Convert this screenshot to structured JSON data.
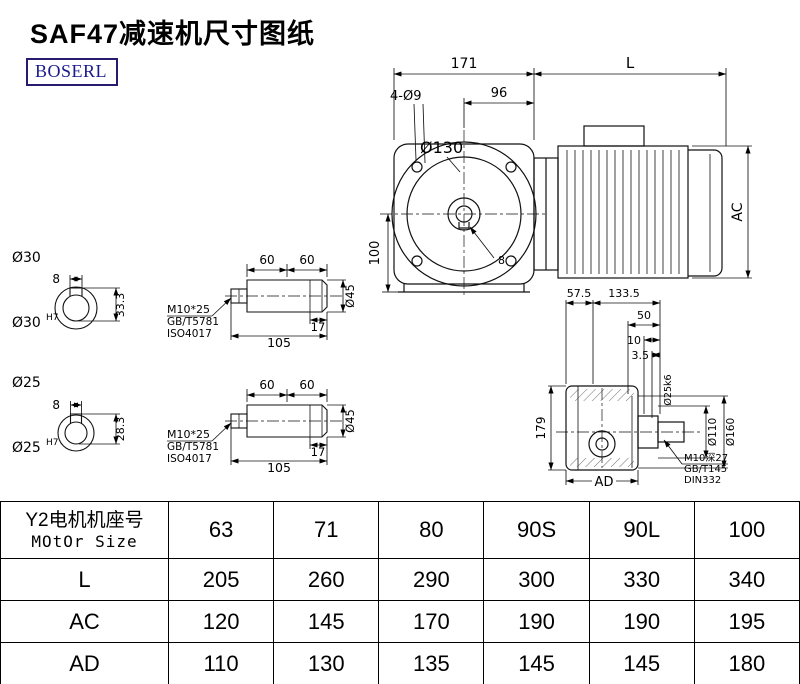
{
  "page": {
    "title": "SAF47减速机尺寸图纸",
    "brand": "BOSERL",
    "brand_color": "#1a1a8c",
    "brand_border_color": "#2a1a6e"
  },
  "front_view": {
    "dim_width": "171",
    "dim_l": "L",
    "dim_96": "96",
    "dim_holes": "4-Ø9",
    "dim_flange": "Ø130",
    "dim_height": "100",
    "dim_ac": "AC",
    "dim_key": "8"
  },
  "bore_sections": {
    "top": {
      "dia": "Ø30",
      "fit_base": "Ø30",
      "fit_sup": "H7",
      "key_width": "8",
      "key_height": "33.3"
    },
    "bottom": {
      "dia": "Ø25",
      "fit_base": "Ø25",
      "fit_sup": "H7",
      "key_width": "8",
      "key_height": "28.3"
    }
  },
  "shaft_details": [
    {
      "dim_60a": "60",
      "dim_60b": "60",
      "dim_17": "17",
      "dim_105": "105",
      "dim_dia": "Ø45",
      "note_bolt": "M10*25",
      "note_std1": "GB/T5781",
      "note_std2": "ISO4017"
    },
    {
      "dim_60a": "60",
      "dim_60b": "60",
      "dim_17": "17",
      "dim_105": "105",
      "dim_dia": "Ø45",
      "note_bolt": "M10*25",
      "note_std1": "GB/T5781",
      "note_std2": "ISO4017"
    }
  ],
  "side_view": {
    "dim_57_5": "57.5",
    "dim_133_5": "133.5",
    "dim_50": "50",
    "dim_10": "10",
    "dim_3_5": "3.5",
    "dim_shaft": "Ø25k6",
    "dim_d110": "Ø110",
    "dim_d160": "Ø160",
    "dim_179": "179",
    "dim_ad": "AD",
    "note_tap": "M10深27",
    "note_std1": "GB/T145",
    "note_std2": "DIN332"
  },
  "table": {
    "header": {
      "label_line1": "Y2电机机座号",
      "label_line2": "MOtOr Size",
      "sizes": [
        "63",
        "71",
        "80",
        "90S",
        "90L",
        "100"
      ]
    },
    "rows": [
      {
        "label": "L",
        "values": [
          "205",
          "260",
          "290",
          "300",
          "330",
          "340"
        ]
      },
      {
        "label": "AC",
        "values": [
          "120",
          "145",
          "170",
          "190",
          "190",
          "195"
        ]
      },
      {
        "label": "AD",
        "values": [
          "110",
          "130",
          "135",
          "145",
          "145",
          "180"
        ]
      }
    ]
  }
}
